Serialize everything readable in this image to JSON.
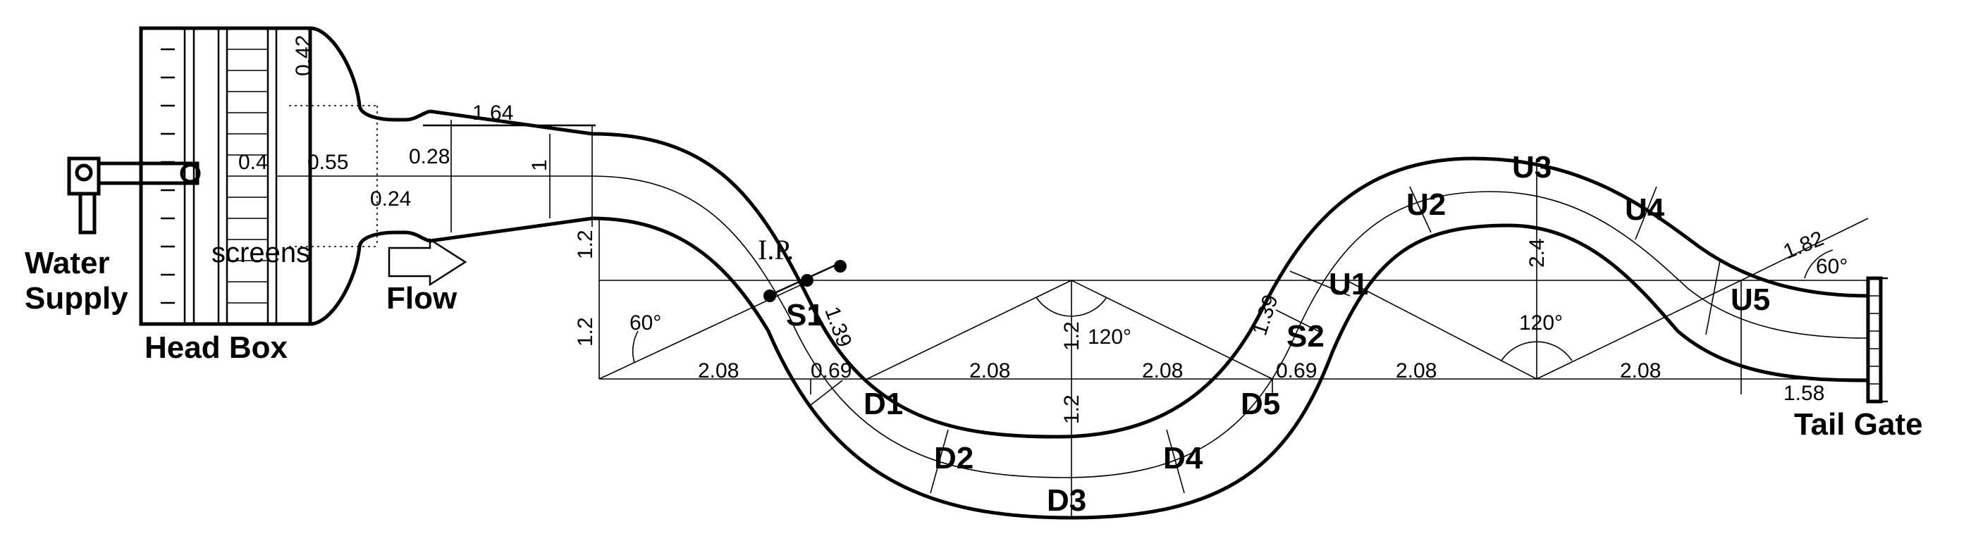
{
  "labels": {
    "water_supply_1": "Water",
    "water_supply_2": "Supply",
    "head_box": "Head Box",
    "screens": "screens",
    "flow": "Flow",
    "tail_gate": "Tail Gate",
    "ip": "I.P."
  },
  "stations": {
    "s1": "S1",
    "s2": "S2",
    "d1": "D1",
    "d2": "D2",
    "d3": "D3",
    "d4": "D4",
    "d5": "D5",
    "u1": "U1",
    "u2": "U2",
    "u3": "U3",
    "u4": "U4",
    "u5": "U5"
  },
  "dimensions": {
    "d042": "0.42",
    "d04": "0.4",
    "d055": "0.55",
    "d028": "0.28",
    "d024": "0.24",
    "d164": "1.64",
    "d1": "1",
    "d12_top": "1.2",
    "d12_bot": "1.2",
    "d60_left": "60°",
    "d139_left": "1.39",
    "d208_a": "2.08",
    "d069_a": "0.69",
    "d208_b": "2.08",
    "d208_c": "2.08",
    "d069_b": "0.69",
    "d208_d": "2.08",
    "d208_e": "2.08",
    "d158": "1.58",
    "d12_mid": "1.2",
    "d120_a": "120°",
    "d12_low": "1.2",
    "d139_right": "1.39",
    "d24": "2.4",
    "d120_b": "120°",
    "d182": "1.82",
    "d60_right": "60°"
  }
}
